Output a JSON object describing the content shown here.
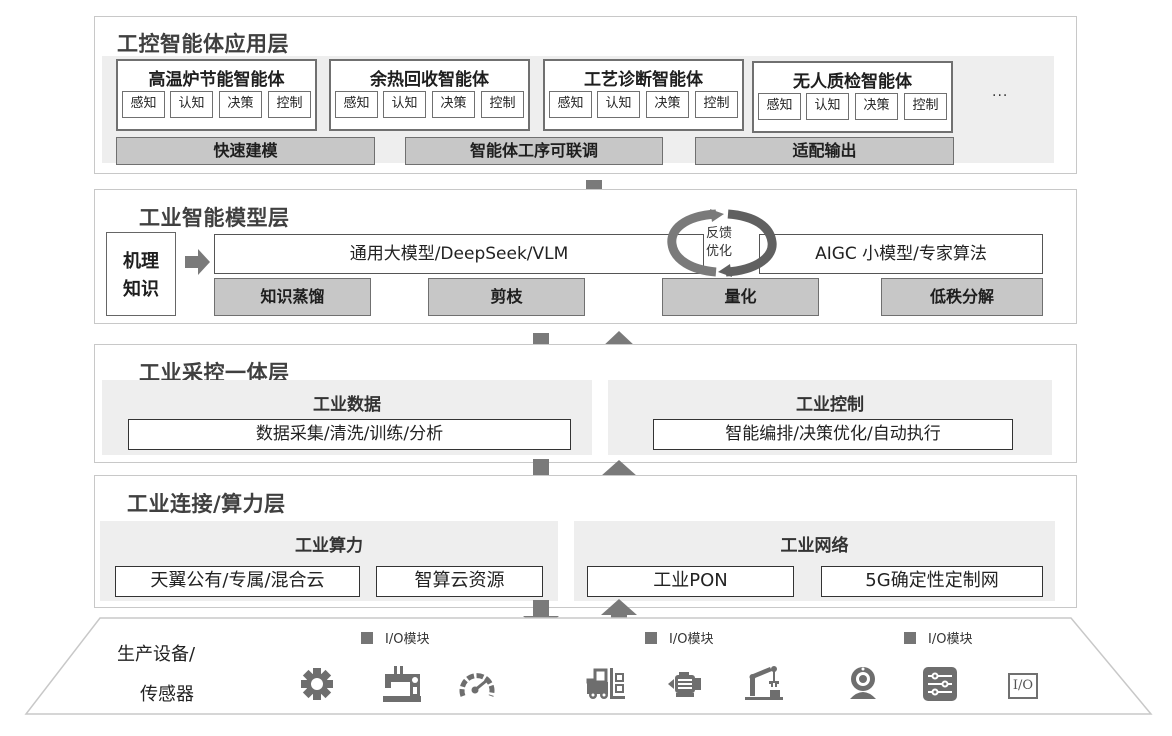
{
  "layers": {
    "application": {
      "title": "工控智能体应用层",
      "agents": [
        {
          "name": "高温炉节能智能体",
          "chips": [
            "感知",
            "认知",
            "决策",
            "控制"
          ]
        },
        {
          "name": "余热回收智能体",
          "chips": [
            "感知",
            "认知",
            "决策",
            "控制"
          ]
        },
        {
          "name": "工艺诊断智能体",
          "chips": [
            "感知",
            "认知",
            "决策",
            "控制"
          ]
        },
        {
          "name": "无人质检智能体",
          "chips": [
            "感知",
            "认知",
            "决策",
            "控制"
          ]
        }
      ],
      "more": "···",
      "bars": [
        "快速建模",
        "智能体工序可联调",
        "适配输出"
      ]
    },
    "model": {
      "title": "工业智能模型层",
      "knowledge": "机理\n知识",
      "knowledge_lines": [
        "机理",
        "知识"
      ],
      "general_model": "通用大模型/DeepSeek/VLM",
      "feedback_lines": [
        "反馈",
        "优化"
      ],
      "small_model": "AIGC 小模型/专家算法",
      "techniques": [
        "知识蒸馏",
        "剪枝",
        "量化",
        "低秩分解"
      ]
    },
    "collect_control": {
      "title": "工业采控一体层",
      "data": {
        "title": "工业数据",
        "item": "数据采集/清洗/训练/分析"
      },
      "control": {
        "title": "工业控制",
        "item": "智能编排/决策优化/自动执行"
      }
    },
    "connect_compute": {
      "title": "工业连接/算力层",
      "compute": {
        "title": "工业算力",
        "items": [
          "天翼公有/专属/混合云",
          "智算云资源"
        ]
      },
      "network": {
        "title": "工业网络",
        "items": [
          "工业PON",
          "5G确定性定制网"
        ]
      }
    },
    "devices": {
      "title_lines": [
        "生产设备/",
        "传感器"
      ],
      "io_groups": [
        {
          "label": "I/O模块",
          "icons": [
            "gear-icon",
            "sewing-machine-icon",
            "gauge-icon"
          ]
        },
        {
          "label": "I/O模块",
          "icons": [
            "forklift-icon",
            "motor-icon",
            "robot-arm-icon"
          ]
        },
        {
          "label": "I/O模块",
          "icons": [
            "camera-icon",
            "control-panel-icon",
            "io-box-icon"
          ]
        }
      ],
      "io_box_text": "I/O"
    }
  },
  "colors": {
    "arrow": "#7a7a7a",
    "band": "#eeeeee",
    "gray_bar": "#c7c7c7",
    "border": "#707070"
  }
}
